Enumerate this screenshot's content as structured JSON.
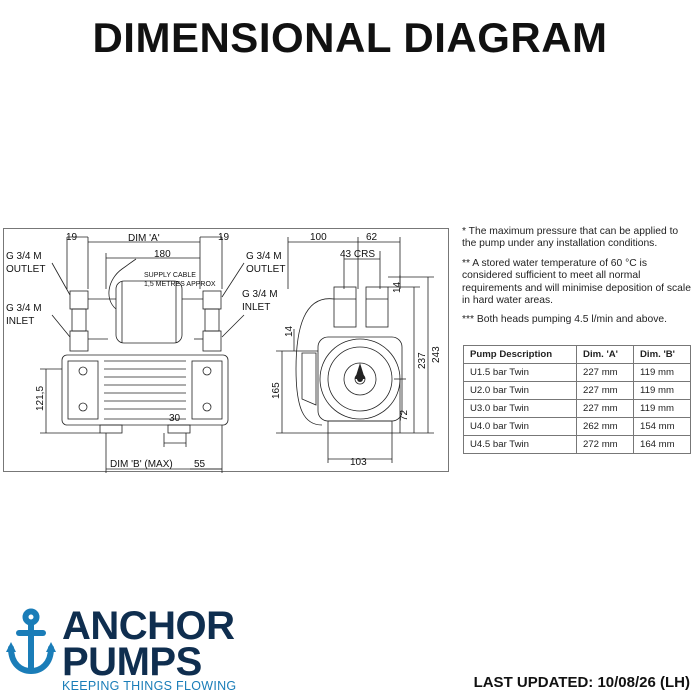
{
  "title": "DIMENSIONAL DIAGRAM",
  "diagram": {
    "left_labels": {
      "outlet_left": [
        "G 3/4 M",
        "OUTLET"
      ],
      "inlet_left": [
        "G 3/4 M",
        "INLET"
      ],
      "outlet_right": [
        "G 3/4 M",
        "OUTLET"
      ],
      "inlet_right": [
        "G 3/4 M",
        "INLET"
      ],
      "supply_cable": [
        "SUPPLY CABLE",
        "1,5 METRES APPROX"
      ]
    },
    "dims": {
      "d19_left": "19",
      "dim_a": "DIM 'A'",
      "d19_right": "19",
      "d180": "180",
      "d121_5": "121,5",
      "d30": "30",
      "dim_b": "DIM 'B' (MAX)",
      "d55": "55",
      "d100": "100",
      "d62": "62",
      "d43crs": "43 CRS",
      "d14_top": "14",
      "d14_side": "14",
      "d165": "165",
      "d237": "237",
      "d243": "243",
      "d72": "72",
      "d103": "103"
    }
  },
  "notes": [
    "* The maximum pressure that can be applied to the pump under any installation conditions.",
    "** A stored water temperature of 60 °C is considered sufficient to meet all normal requirements and will minimise deposition of scale in hard water areas.",
    "*** Both heads pumping 4.5 l/min and above."
  ],
  "table": {
    "headers": [
      "Pump Description",
      "Dim. 'A'",
      "Dim. 'B'"
    ],
    "rows": [
      [
        "U1.5 bar Twin",
        "227 mm",
        "119 mm"
      ],
      [
        "U2.0 bar Twin",
        "227 mm",
        "119 mm"
      ],
      [
        "U3.0 bar Twin",
        "227 mm",
        "119 mm"
      ],
      [
        "U4.0 bar Twin",
        "262 mm",
        "154 mm"
      ],
      [
        "U4.5 bar Twin",
        "272 mm",
        "164 mm"
      ]
    ]
  },
  "brand": {
    "line1": "ANCHOR",
    "line2": "PUMPS",
    "tagline": "KEEPING THINGS FLOWING",
    "colors": {
      "navy": "#0f2e4f",
      "blue": "#1a7db8"
    },
    "icon": "anchor-icon"
  },
  "updated": "LAST UPDATED: 10/08/26 (LH)"
}
